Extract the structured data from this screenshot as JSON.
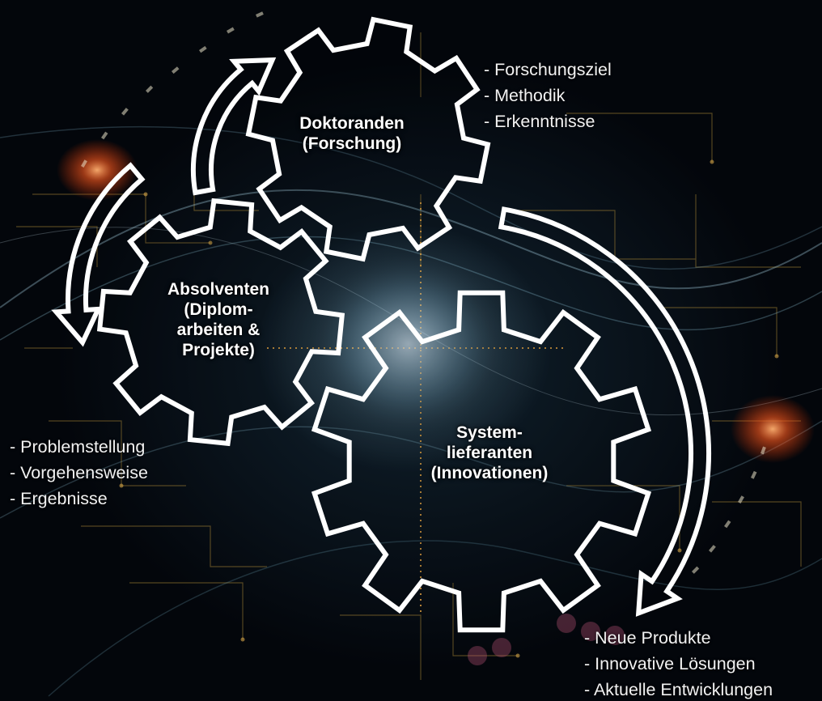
{
  "gears": {
    "doktoranden": {
      "line1": "Doktoranden",
      "line2": "(Forschung)"
    },
    "absolventen": {
      "line1": "Absolventen",
      "line2": "(Diplom-",
      "line3": "arbeiten &",
      "line4": "Projekte)"
    },
    "systemlieferanten": {
      "line1": "System-",
      "line2": "lieferanten",
      "line3": "(Innovationen)"
    }
  },
  "bullets": {
    "research": [
      "- Forschungsziel",
      "- Methodik",
      "- Erkenntnisse"
    ],
    "graduates": [
      "- Problemstellung",
      "- Vorgehensweise",
      "- Ergebnisse"
    ],
    "suppliers": [
      "- Neue Produkte",
      "- Innovative Lösungen",
      "- Aktuelle Entwicklungen"
    ]
  },
  "colors": {
    "gear_outline": "#ffffff",
    "arrow_outline": "#ffffff",
    "background": "#03060b",
    "circuit": "#b8923a",
    "glow": "#ff5a1e"
  }
}
